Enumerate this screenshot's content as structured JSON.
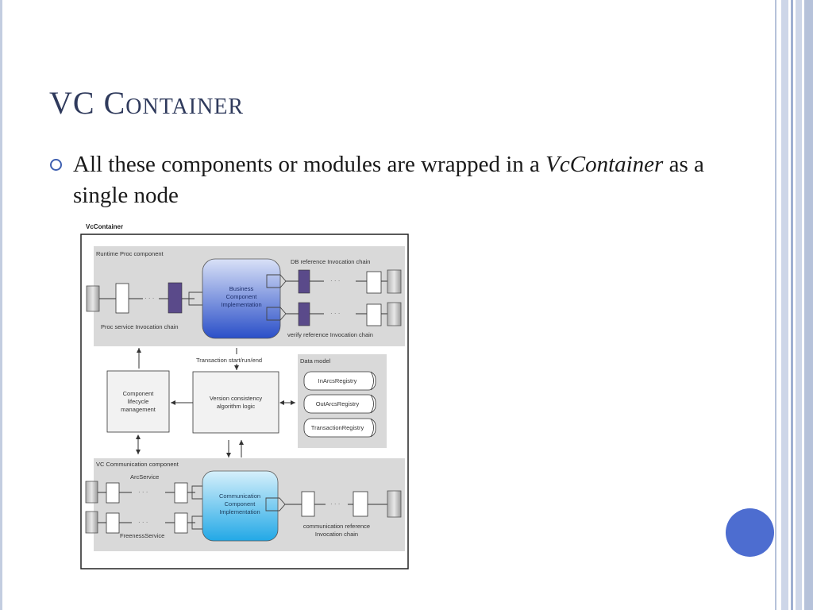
{
  "slide": {
    "title": "VC Container",
    "bullet": {
      "text_before": "All these components or modules are wrapped in a ",
      "text_italic": "VcContainer",
      "text_after": " as a single node"
    }
  },
  "diagram": {
    "container_label": "VcContainer",
    "runtime_label": "Runtime Proc component",
    "business_impl": [
      "Business",
      "Component",
      "Implementation"
    ],
    "proc_service_label": "Proc service  Invocation chain",
    "db_reference_label": "DB reference  Invocation chain",
    "verify_reference_label": "verify reference  Invocation chain",
    "transaction_label": "Transaction start/run/end",
    "lifecycle": [
      "Component",
      "lifecycle",
      "management"
    ],
    "version_logic": [
      "Version consistency",
      "algorithm logic"
    ],
    "data_model_label": "Data model",
    "registries": [
      "InArcsRegistry",
      "OutArcsRegistry",
      "TransactionRegistry"
    ],
    "comm_label": "VC Communication component",
    "arc_service_label": "ArcService",
    "freeness_service_label": "FreenessService",
    "comm_impl": [
      "Communication",
      "Component",
      "Implementation"
    ],
    "comm_reference_label": [
      "communication reference",
      "Invocation chain"
    ],
    "ellipsis": "· · ·",
    "colors": {
      "business_top": "#cfd9f5",
      "business_bottom": "#2a4fc8",
      "comm_top": "#d6f0fb",
      "comm_bottom": "#22a8e6",
      "chain_purple": "#5a4a8a",
      "panel_gray": "#d9d9d9"
    }
  }
}
